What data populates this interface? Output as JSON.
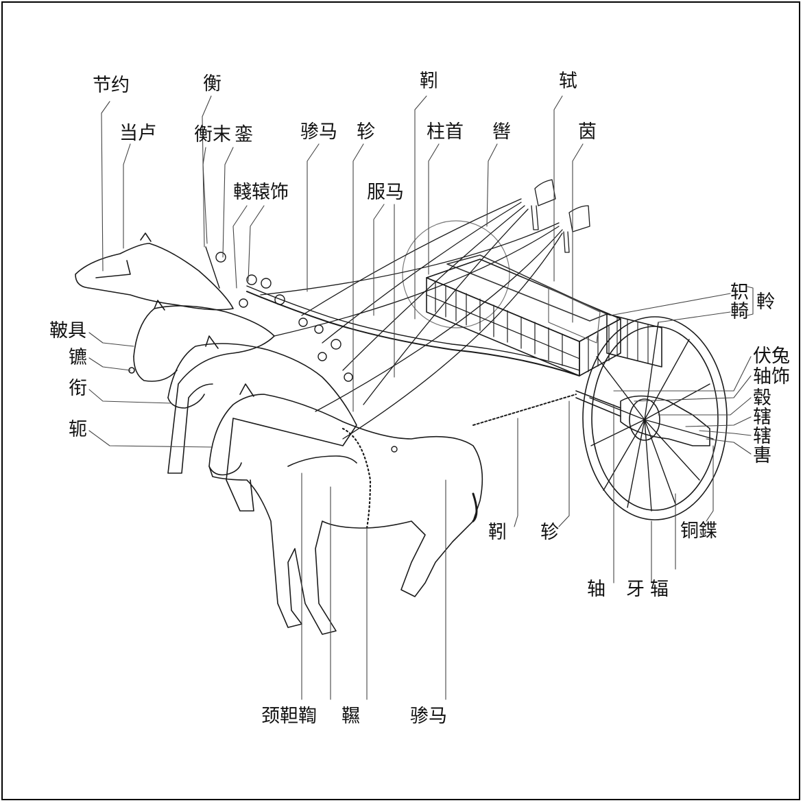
{
  "labels": {
    "jieyue": "节约",
    "dang_lu": "当卢",
    "heng": "衡",
    "heng_mo": "衡末",
    "luan": "銮",
    "yuan_shi": "輚辕饰",
    "can_ma_top": "骖马",
    "ge": "轸",
    "yin_top": "靷",
    "zhu_shou": "柱首",
    "pei": "辔",
    "shi": "轼",
    "yin_mat": "茵",
    "fu_ma": "服马",
    "zhi": "轵",
    "lan": "輢",
    "ling": "軨",
    "ji_ju": "鞁具",
    "biao": "镳",
    "xian": "衔",
    "e": "轭",
    "futu": "伏兔",
    "zhou_shi": "轴饰",
    "gu": "毂",
    "guan": "辖",
    "xia": "辖",
    "wei": "軎",
    "tong_die": "铜鍱",
    "yin_bottom": "靷",
    "zhen": "轸",
    "zhou": "轴",
    "ya": "牙",
    "fu": "辐",
    "jing_e": "颈靼鞫",
    "gou": "韅",
    "can_ma_bottom": "骖马"
  },
  "colors": {
    "ink": "#111111",
    "paper": "#ffffff"
  }
}
